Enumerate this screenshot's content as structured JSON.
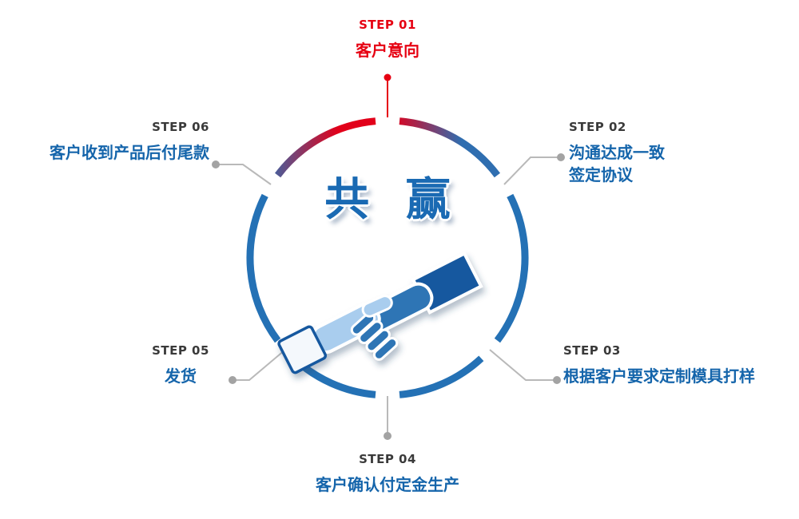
{
  "title": "共 赢",
  "colors": {
    "accent_red": "#e60012",
    "step_text_blue": "#1565ab",
    "label_dark": "#3a3a3a",
    "circle_blue": "#2471b5",
    "connector_gray": "#b9b9b9",
    "dot_gray": "#a3a3a3",
    "title_blue": "#1a6ab3"
  },
  "steps": [
    {
      "label": "STEP 01",
      "text": "客户意向"
    },
    {
      "label": "STEP 02",
      "text": "沟通达成一致\n签定协议"
    },
    {
      "label": "STEP 03",
      "text": "根据客户要求定制模具打样"
    },
    {
      "label": "STEP 04",
      "text": "客户确认付定金生产"
    },
    {
      "label": "STEP 05",
      "text": "发货"
    },
    {
      "label": "STEP 06",
      "text": "客户收到产品后付尾款"
    }
  ]
}
